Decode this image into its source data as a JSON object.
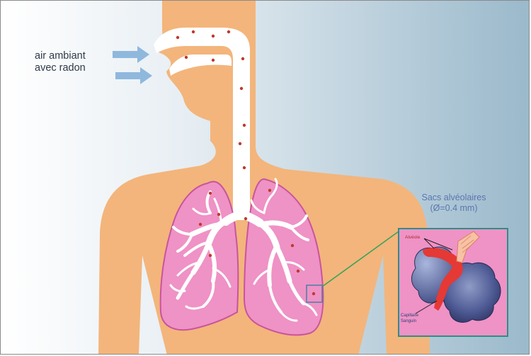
{
  "intake": {
    "line1": "air ambiant",
    "line2": "avec radon"
  },
  "inset": {
    "title_line1": "Sacs alvéolaires",
    "title_line2": "(Ø=0.4 mm)",
    "alveole_label": "Alvéole",
    "capillaire_line1": "Capillaire",
    "capillaire_line2": "Sanguin"
  },
  "colors": {
    "skin": "#f3b57b",
    "airway": "#ffffff",
    "lung": "#ef92c6",
    "lung_outline": "#c9549d",
    "radon_dot": "#c0392b",
    "arrow": "#8fb8dd",
    "inset_border": "#2e8f86",
    "pointer_line": "#3aa35a",
    "background_left": "#ffffff",
    "background_right": "#9ab9cb"
  }
}
